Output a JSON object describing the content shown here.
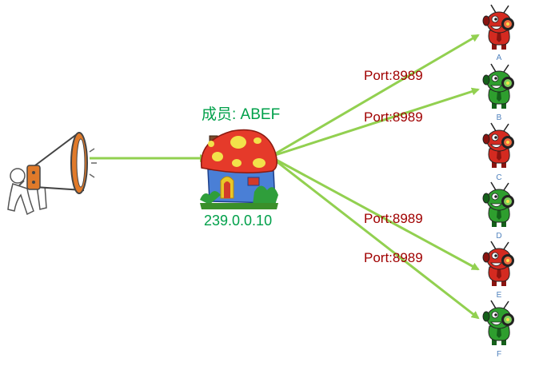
{
  "group": {
    "members_label": "成员: ABEF",
    "address": "239.0.0.10",
    "icon": "mushroom-house-icon"
  },
  "sender": {
    "icon": "megaphone-icon"
  },
  "ports": [
    {
      "label": "Port:8989",
      "to": "A"
    },
    {
      "label": "Port:8989",
      "to": "B"
    },
    {
      "label": "Port:8989",
      "to": "E"
    },
    {
      "label": "Port:8989",
      "to": "F"
    }
  ],
  "receivers": [
    {
      "letter": "A",
      "color": "red",
      "member": true
    },
    {
      "letter": "B",
      "color": "green",
      "member": true
    },
    {
      "letter": "C",
      "color": "red",
      "member": false
    },
    {
      "letter": "D",
      "color": "green",
      "member": false
    },
    {
      "letter": "E",
      "color": "red",
      "member": true
    },
    {
      "letter": "F",
      "color": "green",
      "member": true
    }
  ],
  "colors": {
    "arrow": "#92d050",
    "label_green": "#00a04a",
    "port_text": "#a00000",
    "receiver_red": "#d42a20",
    "receiver_green": "#2e9e2e",
    "letter_blue": "#4f81bd"
  }
}
